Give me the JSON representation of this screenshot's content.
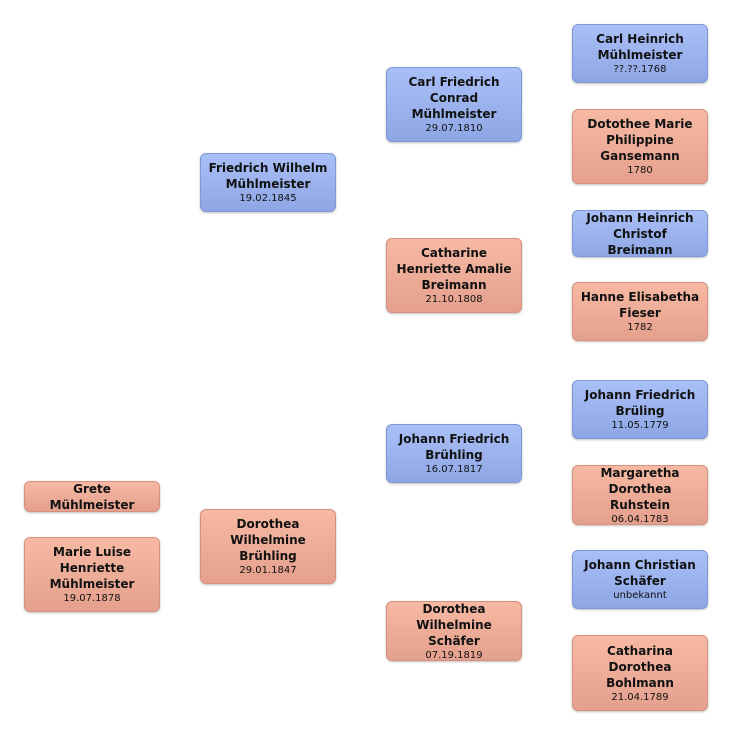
{
  "people": {
    "grete": {
      "name": "Grete Mühlmeister",
      "date": ""
    },
    "marie": {
      "name": "Marie Luise Henriette Mühlmeister",
      "date": "19.07.1878"
    },
    "friedrich_wilhelm": {
      "name": "Friedrich Wilhelm Mühlmeister",
      "date": "19.02.1845"
    },
    "dorothea_bruehling": {
      "name": "Dorothea Wilhelmine Brühling",
      "date": "29.01.1847"
    },
    "carl_friedrich": {
      "name": "Carl Friedrich Conrad Mühlmeister",
      "date": "29.07.1810"
    },
    "catharine": {
      "name": "Catharine Henriette Amalie Breimann",
      "date": "21.10.1808"
    },
    "johann_friedrich_bruehling": {
      "name": "Johann Friedrich Brühling",
      "date": "16.07.1817"
    },
    "dorothea_schaefer": {
      "name": "Dorothea Wilhelmine Schäfer",
      "date": "07.19.1819"
    },
    "carl_heinrich": {
      "name": "Carl Heinrich Mühlmeister",
      "date": "??.??.1768"
    },
    "dotothee": {
      "name": "Dotothee Marie Philippine Gansemann",
      "date": "1780"
    },
    "johann_heinrich": {
      "name": "Johann Heinrich Christof Breimann",
      "date": ""
    },
    "hanne": {
      "name": "Hanne Elisabetha Fieser",
      "date": "1782"
    },
    "johann_friedrich_brueling": {
      "name": "Johann Friedrich Brüling",
      "date": "11.05.1779"
    },
    "margaretha": {
      "name": "Margaretha Dorothea Ruhstein",
      "date": "06.04.1783"
    },
    "johann_christian": {
      "name": "Johann Christian Schäfer",
      "date": "unbekannt"
    },
    "catharina": {
      "name": "Catharina Dorothea Bohlmann",
      "date": "21.04.1789"
    }
  },
  "colors": {
    "male": "#9bb3ee",
    "female": "#eeab96"
  }
}
